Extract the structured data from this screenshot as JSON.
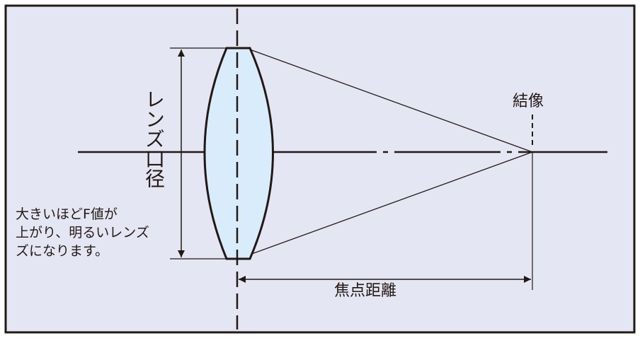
{
  "labels": {
    "lens_diameter": "レンズ口径",
    "f_number_note": "大きいほどF値が\n上がり、明るいレンズ\nズになります。",
    "image_formation": "結像",
    "focal_length": "焦点距離"
  },
  "colors": {
    "panel_background": "#e5e6f3",
    "frame": "#231815",
    "lens_fill": "#d9ecfb",
    "line": "#231815"
  }
}
